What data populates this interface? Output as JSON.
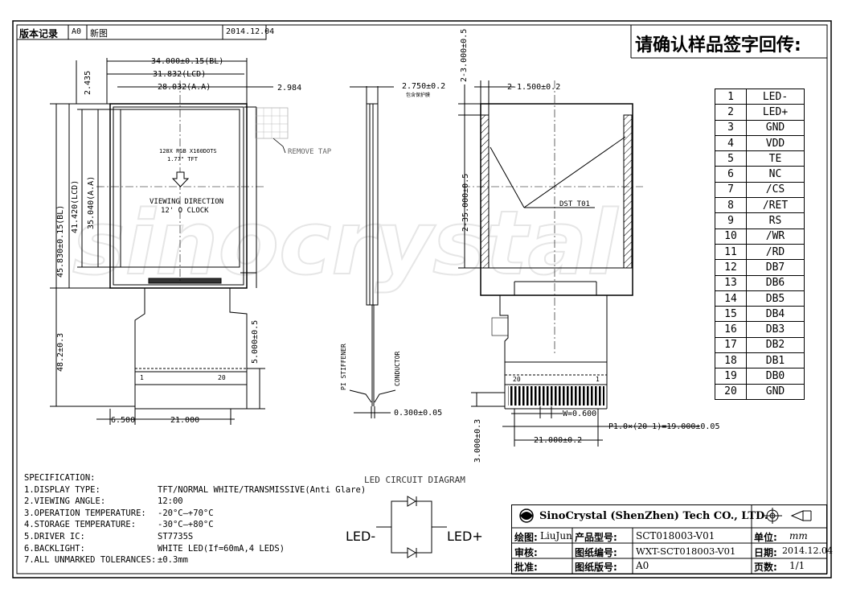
{
  "revision": {
    "label": "版本记录",
    "rev": "A0",
    "desc": "新图",
    "date": "2014.12.04"
  },
  "confirm_label": "请确认样品签字回传:",
  "front_view": {
    "dims": {
      "bl_width": "34.000±0.15(BL)",
      "lcd_width": "31.832(LCD)",
      "aa_width": "28.032(A.A)",
      "right_offset": "2.984",
      "top_offset": "2.435",
      "bl_height": "45.830±0.15(BL)",
      "lcd_height": "41.420(LCD)",
      "aa_height": "35.040(A.A)",
      "total_height": "48.2±0.3",
      "fpc_len": "5.000±0.5",
      "fpc_left": "6.500",
      "fpc_width": "21.000"
    },
    "panel_text1": "128X RGB X160DOTS",
    "panel_text2": "1.77\"  TFT",
    "viewing_dir": "VIEWING DIRECTION",
    "clock": "12' O CLOCK",
    "remove_tap": "REMOVE TAP",
    "pin_first": "1",
    "pin_last": "20"
  },
  "side_view": {
    "thickness": "2.750±0.2",
    "thickness_note": "包含保护膜",
    "pi_stiffener": "PI STIFFENER",
    "conductor": "CONDUCTOR",
    "fpc_thick": "0.300±0.05"
  },
  "back_view": {
    "top_dim": "2-3.000±0.5",
    "side_dim": "2-1.500±0.2",
    "tape_dim": "2-35.000±0.5",
    "dst": "DST T01",
    "bottom_dim": "3.000±0.3",
    "w": "W=0.600",
    "pitch": "P1.0×(20-1)=19.000±0.05",
    "fpc_width": "21.000±0.2",
    "pin_first": "20",
    "pin_last": "1"
  },
  "pins": [
    {
      "n": "1",
      "s": "LED-"
    },
    {
      "n": "2",
      "s": "LED+"
    },
    {
      "n": "3",
      "s": "GND"
    },
    {
      "n": "4",
      "s": "VDD"
    },
    {
      "n": "5",
      "s": "TE"
    },
    {
      "n": "6",
      "s": "NC"
    },
    {
      "n": "7",
      "s": "/CS"
    },
    {
      "n": "8",
      "s": "/RET"
    },
    {
      "n": "9",
      "s": "RS"
    },
    {
      "n": "10",
      "s": "/WR"
    },
    {
      "n": "11",
      "s": "/RD"
    },
    {
      "n": "12",
      "s": "DB7"
    },
    {
      "n": "13",
      "s": "DB6"
    },
    {
      "n": "14",
      "s": "DB5"
    },
    {
      "n": "15",
      "s": "DB4"
    },
    {
      "n": "16",
      "s": "DB3"
    },
    {
      "n": "17",
      "s": "DB2"
    },
    {
      "n": "18",
      "s": "DB1"
    },
    {
      "n": "19",
      "s": "DB0"
    },
    {
      "n": "20",
      "s": "GND"
    }
  ],
  "spec": {
    "title": "SPECIFICATION:",
    "rows": [
      {
        "k": "1.DISPLAY TYPE:",
        "v": "TFT/NORMAL WHITE/TRANSMISSIVE(Anti Glare)"
      },
      {
        "k": "2.VIEWING ANGLE:",
        "v": "12:00"
      },
      {
        "k": "3.OPERATION TEMPERATURE:",
        "v": "-20°C—+70°C"
      },
      {
        "k": "4.STORAGE TEMPERATURE:",
        "v": "-30°C—+80°C"
      },
      {
        "k": "5.DRIVER IC:",
        "v": "ST7735S"
      },
      {
        "k": "6.BACKLIGHT:",
        "v": "WHITE LED(If=60mA,4 LEDS)"
      },
      {
        "k": "7.ALL UNMARKED TOLERANCES:",
        "v": "±0.3mm"
      }
    ]
  },
  "led_circuit": {
    "title": "LED CIRCUIT DIAGRAM",
    "minus": "LED-",
    "plus": "LED+"
  },
  "title_block": {
    "company": "SinoCrystal (ShenZhen) Tech CO., LTD.",
    "draw_label": "绘图:",
    "draw_val": "LiuJun",
    "model_label": "产品型号:",
    "model_val": "SCT018003-V01",
    "unit_label": "单位:",
    "unit_val": "mm",
    "check_label": "审核:",
    "dwg_label": "图纸编号:",
    "dwg_val": "WXT-SCT018003-V01",
    "date_label": "日期:",
    "date_val": "2014.12.04",
    "approve_label": "批准:",
    "ver_label": "图纸版号:",
    "ver_val": "A0",
    "page_label": "页数:",
    "page_val": "1/1"
  },
  "watermark": "sinocrystal"
}
